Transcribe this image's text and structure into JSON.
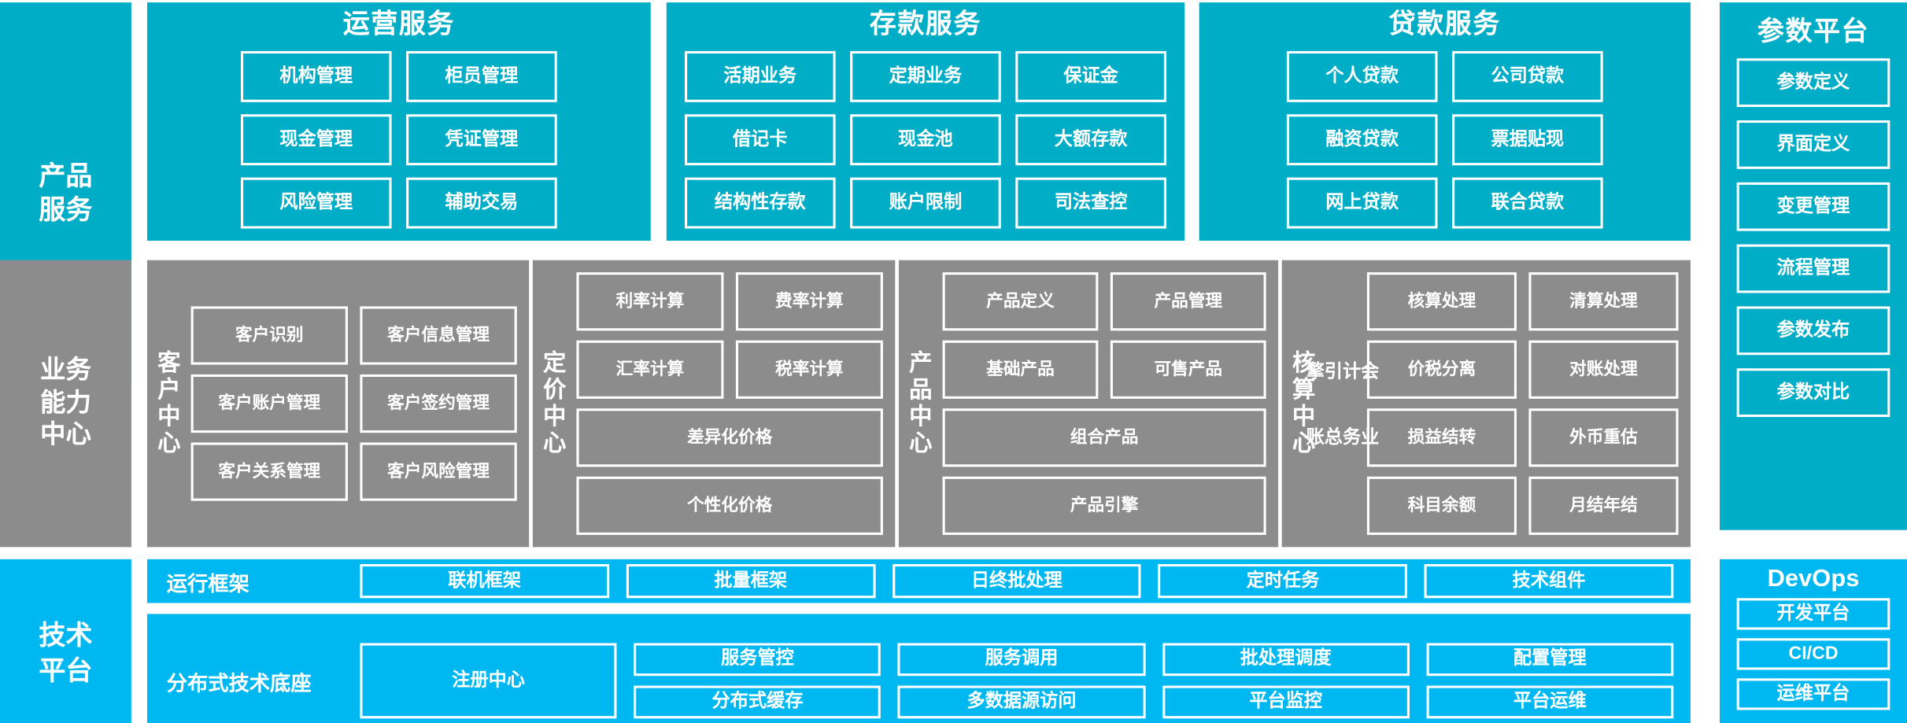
{
  "bands": {
    "product_service": {
      "side_label": "产品\n服务",
      "groups": [
        {
          "title": "运营服务",
          "items": [
            "机构管理",
            "柜员管理",
            "现金管理",
            "凭证管理",
            "风险管理",
            "辅助交易"
          ]
        },
        {
          "title": "存款服务",
          "items": [
            "活期业务",
            "定期业务",
            "保证金",
            "借记卡",
            "现金池",
            "大额存款",
            "结构性存款",
            "账户限制",
            "司法查控"
          ]
        },
        {
          "title": "贷款服务",
          "items": [
            "个人贷款",
            "公司贷款",
            "融资贷款",
            "票据贴现",
            "网上贷款",
            "联合贷款"
          ]
        }
      ]
    },
    "business_capability": {
      "side_label": "业务\n能力\n中心",
      "groups": [
        {
          "vlabel": "客户中心",
          "items": [
            {
              "label": "客户识别",
              "span": "half"
            },
            {
              "label": "客户信息管理",
              "span": "half"
            },
            {
              "label": "客户账户管理",
              "span": "half"
            },
            {
              "label": "客户签约管理",
              "span": "half"
            },
            {
              "label": "客户关系管理",
              "span": "half"
            },
            {
              "label": "客户风险管理",
              "span": "half"
            }
          ]
        },
        {
          "vlabel": "定价中心",
          "items": [
            {
              "label": "利率计算",
              "span": "half"
            },
            {
              "label": "费率计算",
              "span": "half"
            },
            {
              "label": "汇率计算",
              "span": "half"
            },
            {
              "label": "税率计算",
              "span": "half"
            },
            {
              "label": "差异化价格",
              "span": "full"
            },
            {
              "label": "个性化价格",
              "span": "full"
            }
          ]
        },
        {
          "vlabel": "产品中心",
          "items": [
            {
              "label": "产品定义",
              "span": "half"
            },
            {
              "label": "产品管理",
              "span": "half"
            },
            {
              "label": "基础产品",
              "span": "half"
            },
            {
              "label": "可售产品",
              "span": "half"
            },
            {
              "label": "组合产品",
              "span": "full"
            },
            {
              "label": "产品引擎",
              "span": "full"
            }
          ]
        },
        {
          "vlabel": "核算中心",
          "sub_labels": [
            "会计引擎",
            "业务总账"
          ],
          "items": [
            {
              "label": "核算处理",
              "span": "half"
            },
            {
              "label": "清算处理",
              "span": "half"
            },
            {
              "label": "价税分离",
              "span": "half"
            },
            {
              "label": "对账处理",
              "span": "half"
            },
            {
              "label": "损益结转",
              "span": "half"
            },
            {
              "label": "外币重估",
              "span": "half"
            },
            {
              "label": "科目余额",
              "span": "half"
            },
            {
              "label": "月结年结",
              "span": "half"
            }
          ]
        }
      ]
    },
    "tech_platform": {
      "side_label": "技术\n平台",
      "run_framework": {
        "title": "运行框架",
        "items": [
          "联机框架",
          "批量框架",
          "日终批处理",
          "定时任务",
          "技术组件"
        ]
      },
      "distributed_base": {
        "title": "分布式技术底座",
        "registry": "注册中心",
        "columns": [
          [
            "服务管控",
            "分布式缓存"
          ],
          [
            "服务调用",
            "多数据源访问"
          ],
          [
            "批处理调度",
            "平台监控"
          ],
          [
            "配置管理",
            "平台运维"
          ]
        ]
      }
    }
  },
  "param_platform": {
    "title": "参数平台",
    "items": [
      "参数定义",
      "界面定义",
      "变更管理",
      "流程管理",
      "参数发布",
      "参数对比"
    ]
  },
  "devops": {
    "title": "DevOps",
    "items": [
      "开发平台",
      "CI/CD",
      "运维平台"
    ]
  },
  "colors": {
    "teal": "#00ADC6",
    "gray": "#8C8C8C",
    "bright_blue": "#00B8F1",
    "border": "#FFFFFF"
  }
}
